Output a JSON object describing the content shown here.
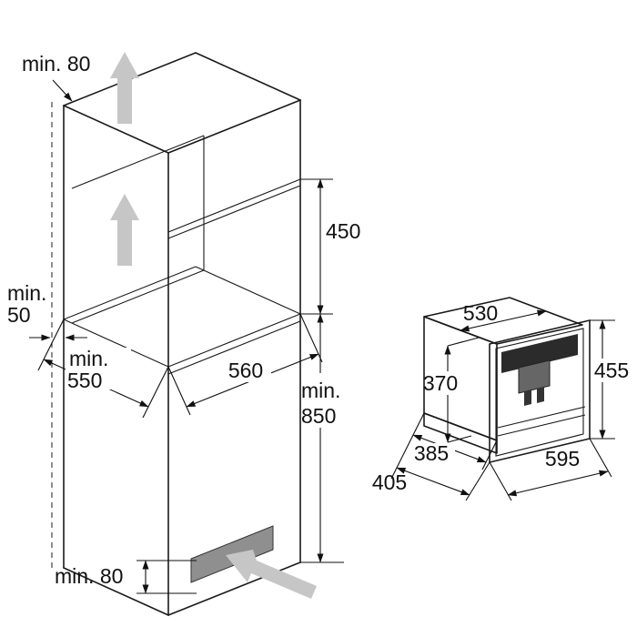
{
  "cabinet": {
    "top_vent_gap": "min. 80",
    "niche_height": "450",
    "rear_gap": {
      "l1": "min.",
      "l2": "50"
    },
    "niche_depth": {
      "l1": "min.",
      "l2": "550"
    },
    "niche_width": "560",
    "base_height": {
      "l1": "min.",
      "l2": "850"
    },
    "plinth_vent_gap": "min. 80"
  },
  "machine": {
    "body_width": "530",
    "front_height": "455",
    "body_height": "370",
    "body_depth": "385",
    "overall_depth": "405",
    "front_width": "595"
  },
  "colors": {
    "line": "#1a1a1a",
    "dim_line": "#111111",
    "airflow_arrow": "#c6c6c6",
    "vent_panel": "#8f8f8f",
    "display_panel": "#2b2b2b",
    "spout_body": "#666666",
    "spout": "#333333",
    "background": "#ffffff"
  }
}
